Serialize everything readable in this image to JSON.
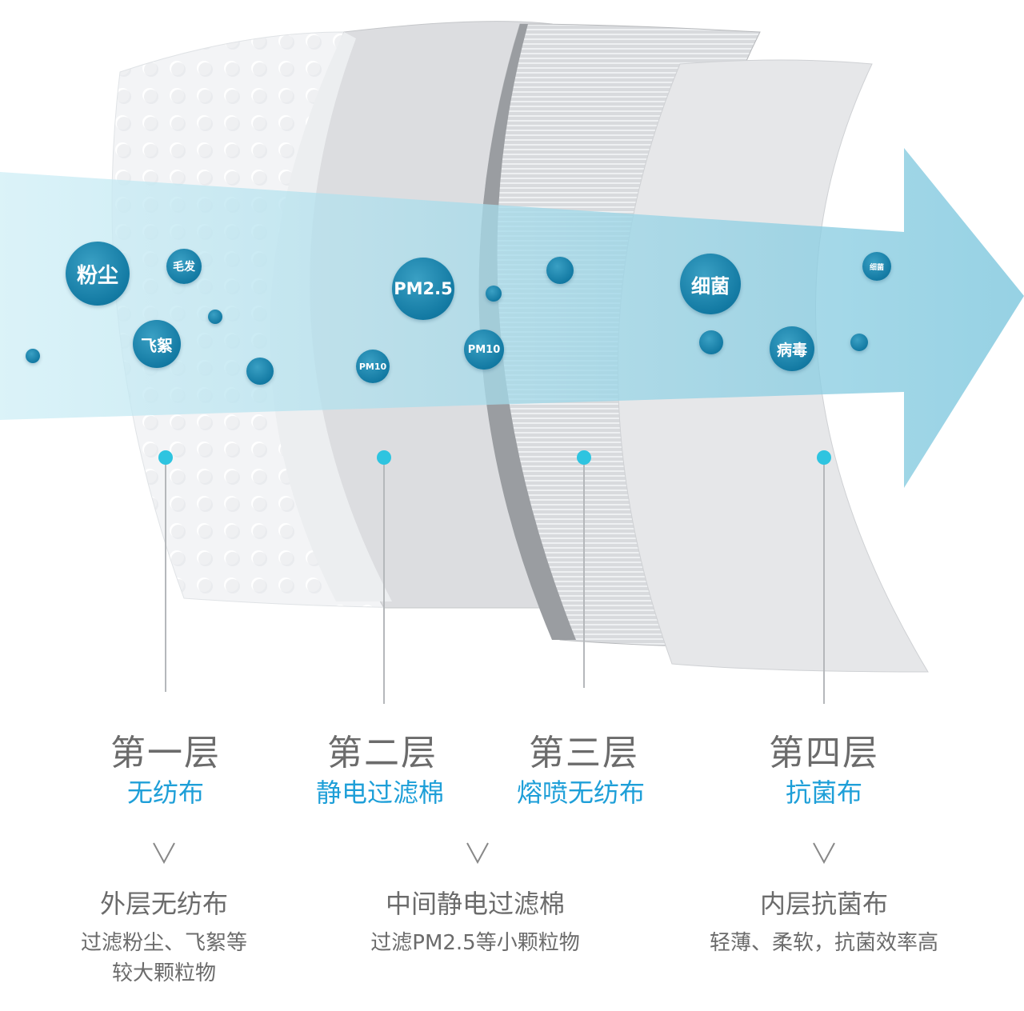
{
  "particles": {
    "dust": "粉尘",
    "hair": "毛发",
    "fluff": "飞絮",
    "pm25": "PM2.5",
    "pm10_a": "PM10",
    "pm10_b": "PM10",
    "bacteria": "细菌",
    "bacteria_small": "细菌",
    "virus": "病毒"
  },
  "layers": [
    {
      "title": "第一层",
      "material": "无纺布"
    },
    {
      "title": "第二层",
      "material": "静电过滤棉"
    },
    {
      "title": "第三层",
      "material": "熔喷无纺布"
    },
    {
      "title": "第四层",
      "material": "抗菌布"
    }
  ],
  "descriptions": [
    {
      "heading": "外层无纺布",
      "line1": "过滤粉尘、飞絮等",
      "line2": "较大颗粒物"
    },
    {
      "heading": "中间静电过滤棉",
      "line1": "过滤PM2.5等小颗粒物"
    },
    {
      "heading": "内层抗菌布",
      "line1": "轻薄、柔软，抗菌效率高"
    }
  ],
  "colors": {
    "accent": "#1e9fd8",
    "dot": "#2ec4e0",
    "arrow": "#8fcfe0"
  }
}
